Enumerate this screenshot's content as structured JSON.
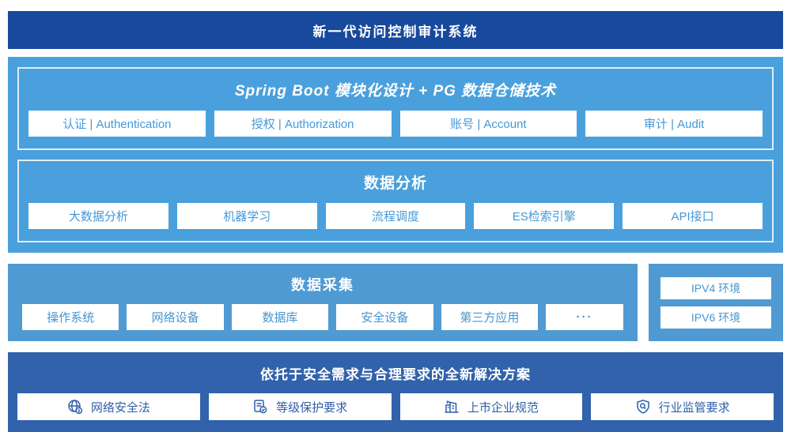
{
  "banner": {
    "title": "新一代访问控制审计系统"
  },
  "architecture": {
    "spring_panel": {
      "title": "Spring Boot 模块化设计 + PG 数据仓储技术",
      "modules": [
        "认证 | Authentication",
        "授权 | Authorization",
        "账号 | Account",
        "审计 | Audit"
      ]
    },
    "analysis_panel": {
      "title": "数据分析",
      "modules": [
        "大数据分析",
        "机器学习",
        "流程调度",
        "ES检索引擎",
        "API接口"
      ]
    }
  },
  "collection": {
    "title": "数据采集",
    "sources": [
      "操作系统",
      "网络设备",
      "数据库",
      "安全设备",
      "第三方应用",
      "···"
    ]
  },
  "environment": {
    "items": [
      "IPV4 环境",
      "IPV6 环境"
    ]
  },
  "solution": {
    "title": "依托于安全需求与合理要求的全新解决方案",
    "items": [
      {
        "icon": "globe-network-icon",
        "label": "网络安全法"
      },
      {
        "icon": "document-check-icon",
        "label": "等级保护要求"
      },
      {
        "icon": "building-icon",
        "label": "上市企业规范"
      },
      {
        "icon": "shield-search-icon",
        "label": "行业监管要求"
      }
    ]
  },
  "colors": {
    "banner_bg": "#17499D",
    "platform_bg": "#4AA0DC",
    "collection_bg": "#4F9AD2",
    "solution_bg": "#3162AB",
    "box_text_blue": "#4499D8",
    "solution_text": "#2F5FA8"
  }
}
